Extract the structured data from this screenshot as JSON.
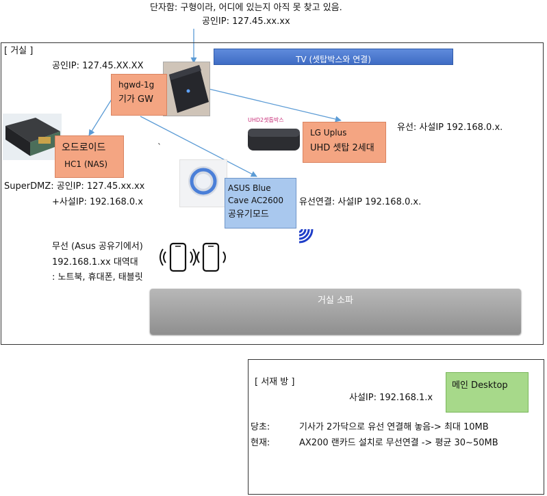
{
  "top_note": {
    "line1": "단자함: 구형이라, 어디에 있는지 아직 못 찾고 있음.",
    "line2": "공인IP: 127.45.xx.xx"
  },
  "living_room": {
    "title": "[ 거실 ]",
    "public_ip": "공인IP: 127.45.XX.XX",
    "tv_label": "TV (셋탑박스와 연결)",
    "gateway": {
      "line1": "hgwd-1g",
      "line2": "기가 GW"
    },
    "settop": {
      "line1": "LG Uplus",
      "line2": "UHD 셋탑 2세대",
      "note": "유선: 사설IP 192.168.0.x.",
      "logo_text": "UHD2셋톱박스"
    },
    "nas": {
      "line1": "오드로이드",
      "line2": "HC1 (NAS)",
      "note1": "SuperDMZ: 공인IP: 127.45.xx.xx",
      "note2": "+사설IP: 192.168.0.x"
    },
    "router": {
      "line1": "ASUS Blue",
      "line2": "Cave AC2600",
      "line3": "공유기모드",
      "note": "유선연결: 사설IP 192.168.0.x."
    },
    "wireless": {
      "line1": "무선 (Asus 공유기에서)",
      "line2": "192.168.1.xx 대역대",
      "line3": ": 노트북, 휴대폰, 태블릿"
    },
    "stray_mark": "`",
    "sofa_label": "거실 소파"
  },
  "study_room": {
    "title": "[ 서재 방 ]",
    "desktop_label": "메인 Desktop",
    "private_ip": "사설IP: 192.168.1.x",
    "before_label": "당초:",
    "before_text": "기사가 2가닥으로 유선 연결해 놓음-> 최대 10MB",
    "now_label": "현재:",
    "now_text": "AX200 랜카드 설치로 무선연결 -> 평균 30~50MB"
  },
  "colors": {
    "device_box": "#f4a582",
    "router_box": "#a9c8ee",
    "desktop_box": "#a7d98a",
    "arrow": "#5b9bd5",
    "tv_bar": "#4472c4"
  }
}
